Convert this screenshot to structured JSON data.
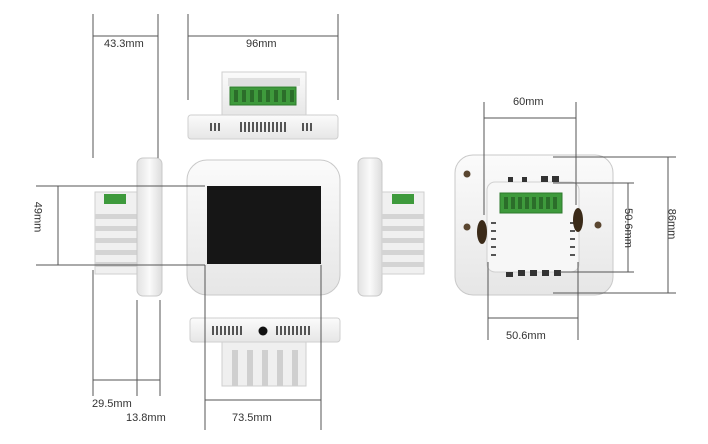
{
  "dimensions": {
    "depth_top": "43.3mm",
    "width_top": "96mm",
    "height_side": "49mm",
    "back_width": "60mm",
    "back_inner_height": "50.6mm",
    "back_height": "86mm",
    "back_inner_width": "50.6mm",
    "side_depth": "29.5mm",
    "side_plate": "13.8mm",
    "screen_width": "73.5mm"
  },
  "colors": {
    "body": "#f4f4f4",
    "edge": "#c9c9c9",
    "screen": "#161616",
    "terminal": "#3e9a3c",
    "dimension_line": "#555555"
  }
}
